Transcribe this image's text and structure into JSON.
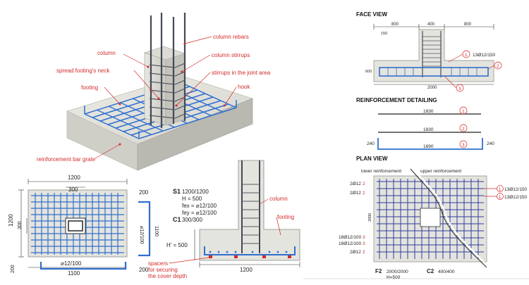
{
  "colors": {
    "concrete": "#e2e2dc",
    "rebar": "#2f6fcf",
    "label_red": "#d42a2a",
    "steel_dark": "#444a54"
  },
  "iso_labels": {
    "column_rebars": "column rebars",
    "column": "column",
    "column_stirrups": "column stirrups",
    "neck": "spread footing's neck",
    "stirrups_joint": "stirrups in the joint area",
    "footing": "footing",
    "hook": "hook",
    "grate": "reinforcement bar grate"
  },
  "plan": {
    "dim_top": "1200",
    "dim_inner": "300",
    "dim_left": "1200",
    "dim_left_inner": "300",
    "bottom_bar": "⌀12/100",
    "dim_bottom": "1100",
    "dim_left_bottom": "200",
    "bend_top": "200",
    "bend_side": "⌀12/100",
    "bend_len": "1100",
    "bend_bottom": "200"
  },
  "section": {
    "line1_title": "S1",
    "line1_value": "1200/1200",
    "line2": "H = 500",
    "line3": "fex = ⌀12/100",
    "line4": "fey = ⌀12/100",
    "line5_title": "C1",
    "line5_value": "300/300",
    "column": "column",
    "footing": "footing",
    "h_prime": "H' = 500",
    "spacers1": "spacers",
    "spacers2": "for securing",
    "spacers3": "the cover depth",
    "dim_width": "1200"
  },
  "face": {
    "title": "FACE VIEW",
    "dim_a": "800",
    "dim_b": "400",
    "dim_c": "800",
    "dim_150": "150",
    "dim_600": "600",
    "dim_2000": "2000",
    "mark1": "1",
    "bar1": "13Ø12/150",
    "mark2": "2",
    "mark3": "3"
  },
  "detailing": {
    "title": "REINFORCEMENT DETAILING",
    "bar1_len": "1830",
    "bar1_mark": "1",
    "bar2_len": "1830",
    "bar2_mark": "2",
    "bar3_len": "1890",
    "bar3_mark": "3",
    "hook_left": "240",
    "hook_right": "240"
  },
  "planview": {
    "title": "PLAN VIEW",
    "lower": "lower reinforcement",
    "upper": "upper reinforcement",
    "l1": "2Ø12",
    "l1m": "2",
    "l2": "2Ø12",
    "l2m": "2",
    "l3": "18Ø12/100",
    "l3m": "3",
    "l4": "18Ø12/100",
    "l4m": "3",
    "l5": "2Ø12",
    "l5m": "2",
    "r1": "13Ø12/150",
    "r1m": "1",
    "r2": "13Ø12/150",
    "r2m": "1",
    "dim_side": "2000",
    "f2_label": "F2",
    "f2_value": "2000/2000",
    "f2_h": "H=500",
    "c2_label": "C2",
    "c2_value": "400/400"
  }
}
